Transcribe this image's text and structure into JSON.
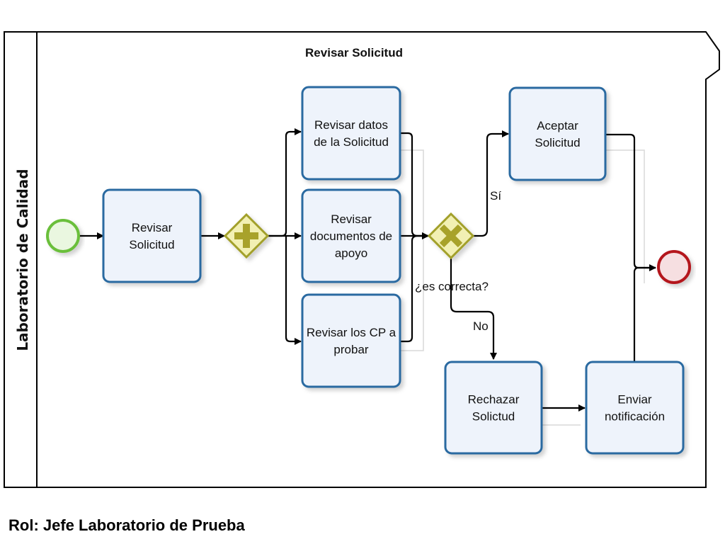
{
  "pool": {
    "lane_label": "Laboratorio de Calidad",
    "title": "Revisar Solicitud"
  },
  "tasks": [
    {
      "id": "t_revisar",
      "lines": [
        "Revisar",
        "Solicitud"
      ]
    },
    {
      "id": "t_datos",
      "lines": [
        "Revisar datos",
        "de la Solicitud"
      ]
    },
    {
      "id": "t_docs",
      "lines": [
        "Revisar",
        "documentos de",
        "apoyo"
      ]
    },
    {
      "id": "t_cp",
      "lines": [
        "Revisar los CP a",
        "probar"
      ]
    },
    {
      "id": "t_aceptar",
      "lines": [
        "Aceptar",
        "Solicitud"
      ]
    },
    {
      "id": "t_rechazar",
      "lines": [
        "Rechazar",
        "Solictud"
      ]
    },
    {
      "id": "t_enviar",
      "lines": [
        "Enviar",
        "notificación"
      ]
    }
  ],
  "gateways": {
    "decision_label": "¿es correcta?",
    "yes_label": "Sí",
    "no_label": "No"
  },
  "colors": {
    "start_event": "#6bbf3a",
    "end_event": "#b4141e",
    "gateway_fill": "#f2f0b3",
    "gateway_stroke": "#a2a02a",
    "gateway_symbol": "#a8a22c",
    "task_stroke": "#2b6aa1",
    "task_fill": "#eef3fb"
  },
  "footer": {
    "role": "Rol: Jefe Laboratorio de Prueba"
  }
}
